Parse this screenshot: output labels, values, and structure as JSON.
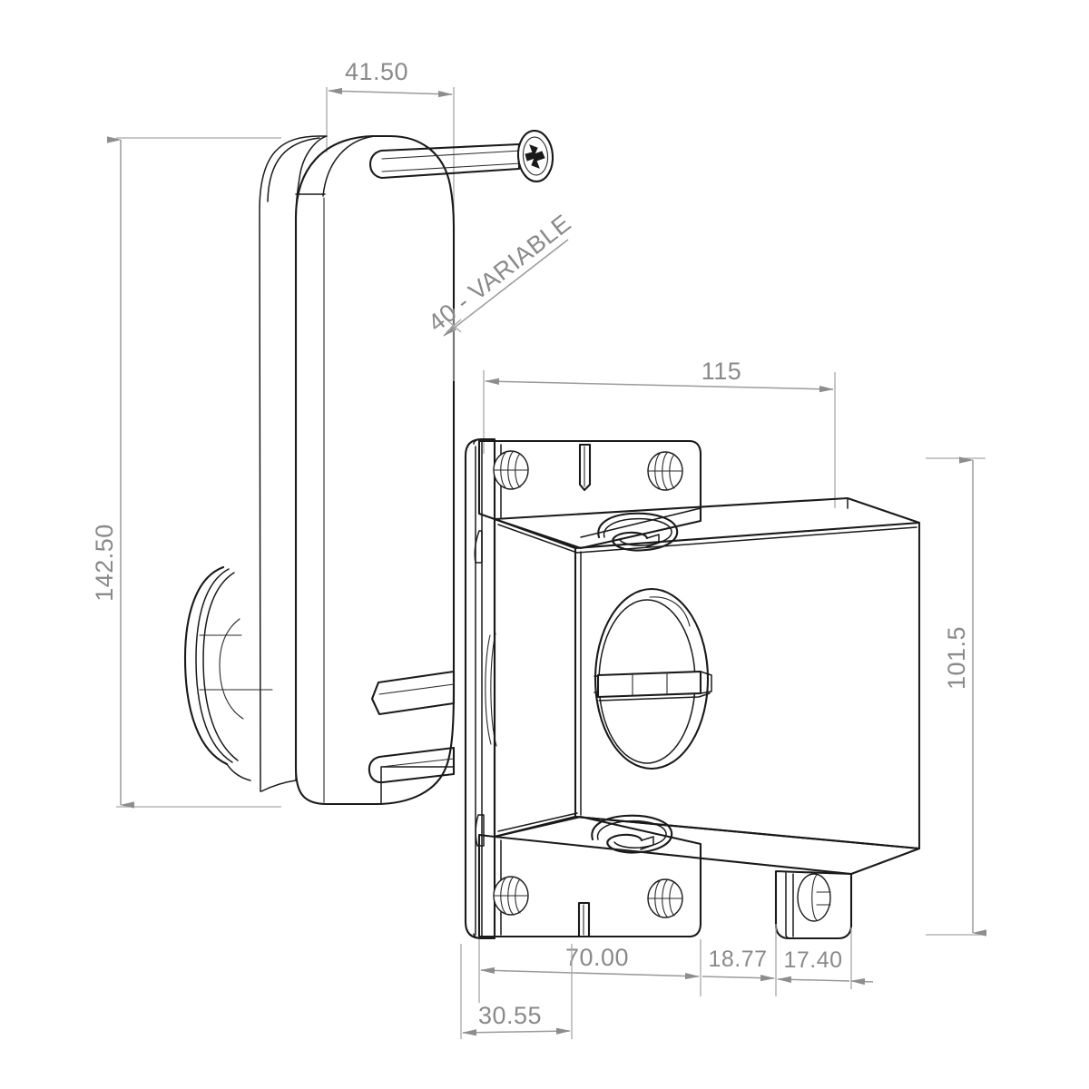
{
  "drawing": {
    "title": "Wall Mount Bracket Assembly Dimensioned Drawing",
    "view": "isometric-dimensioned",
    "units": "mm",
    "line_color": "#1a1a1a",
    "dimension_color": "#8a8a8a",
    "background": "#ffffff"
  },
  "dimensions": {
    "top_width": "41.50",
    "left_height": "142.50",
    "leader_variable": "40 - VARIABLE",
    "box_width": "115",
    "box_height": "101.5",
    "base_a": "70.00",
    "base_b": "18.77",
    "base_c": "17.40",
    "offset_bottom": "30.55"
  },
  "parts": {
    "rounded_body": "rounded-rectangular-housing",
    "screw": "phillips-head-screw",
    "shaft": "cylindrical-shaft",
    "mount_plate": "vertical-mounting-plate",
    "box": "rectangular-enclosure",
    "top_bracket": "upper-mounting-flange",
    "bottom_bracket": "lower-mounting-flange",
    "front_ring": "front-cable-ring",
    "clamp_bar": "cable-clamp-bar",
    "logo_top": "spiral-emblem",
    "logo_bottom": "spiral-emblem",
    "side_tab": "side-mounting-tab",
    "rod_upper": "upper-support-rod",
    "rod_lower": "lower-support-rod",
    "rear_disc": "rear-circular-disc"
  },
  "screw_holes": {
    "count": 4,
    "style": "hatched-circle"
  }
}
